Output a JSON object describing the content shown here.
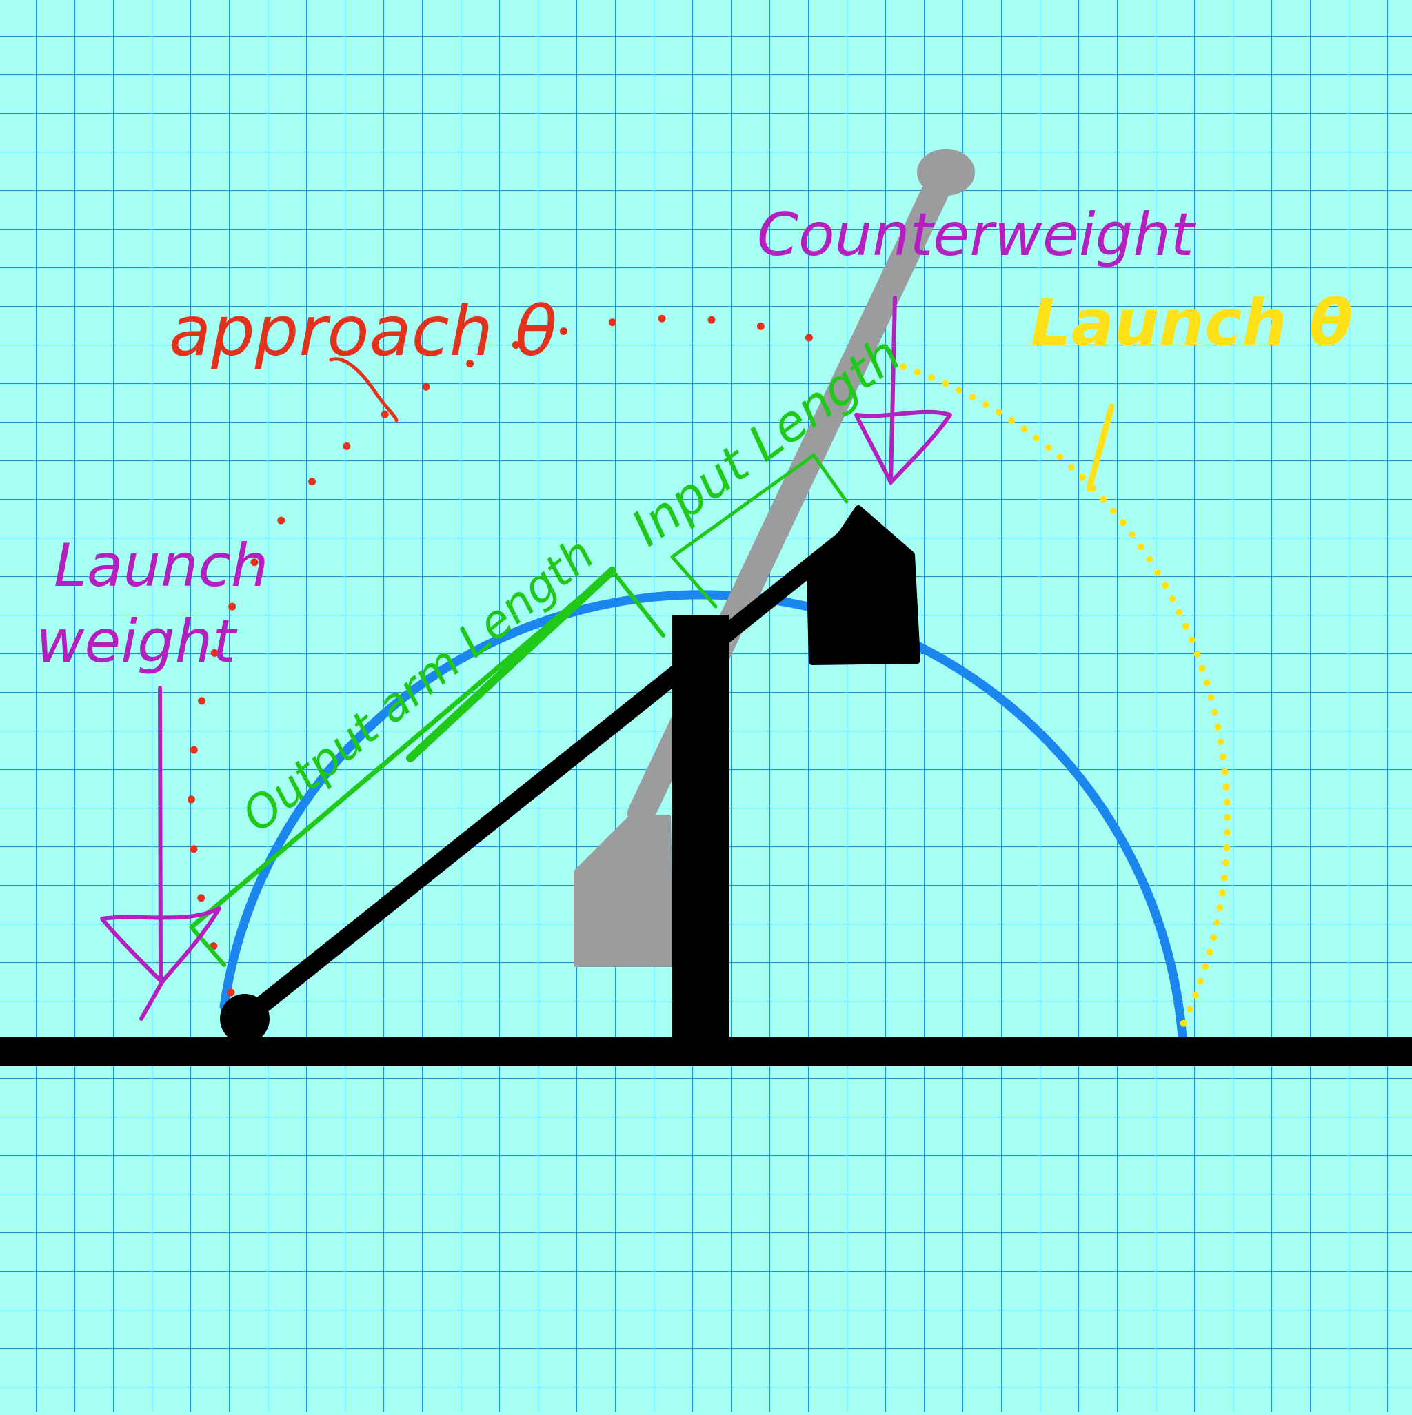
{
  "labels": {
    "approach": "approach θ",
    "launch_angle": "Launch θ",
    "counterweight": "Counterweight",
    "launch_weight_line1": "Launch",
    "launch_weight_line2": "weight",
    "input_length": "Input Length",
    "output_length": "Output arm Length"
  },
  "colors": {
    "background": "#a6fff2",
    "grid": "#1b9ad6",
    "arc": "#1b86ee",
    "approach": "#e2321c",
    "launch_angle": "#ffe11a",
    "weights": "#b41fbf",
    "lengths": "#20c81a",
    "trebuchet": "#000000",
    "ghost_arm": "#9a9c9e"
  }
}
